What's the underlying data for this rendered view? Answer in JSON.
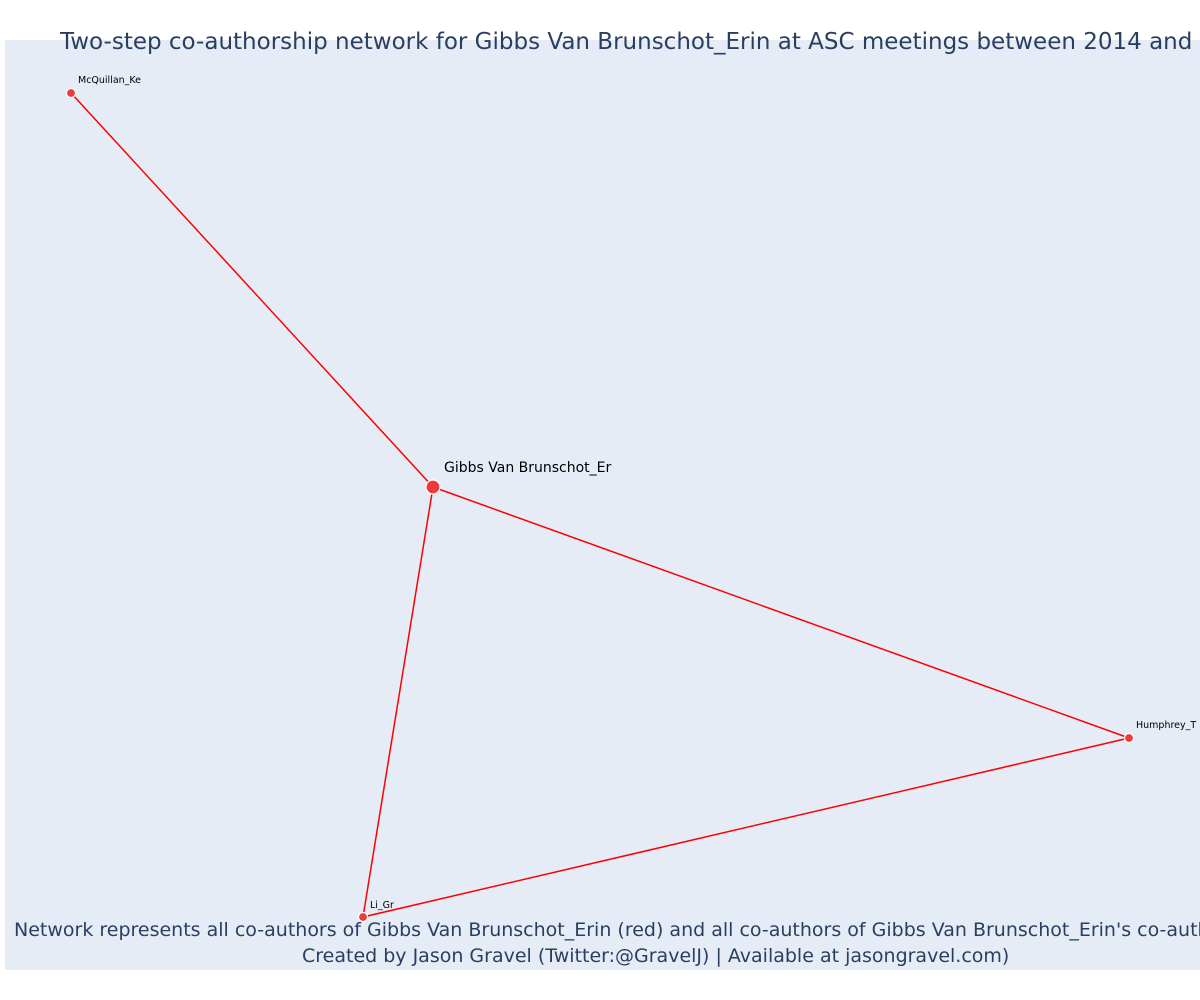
{
  "title": "Two-step co-authorship network for Gibbs Van Brunschot_Erin at ASC meetings between 2014 and",
  "caption": {
    "line1": "Network represents all co-authors of Gibbs Van Brunschot_Erin (red) and all co-authors of Gibbs Van Brunschot_Erin's co-author",
    "line2": "Created by Jason Gravel (Twitter:@GravelJ) | Available at jasongravel.com)"
  },
  "colors": {
    "edge": "#ff0000",
    "node": "#ef3a3a",
    "plot_background": "#e5ecf6",
    "text": "#2a3f5f"
  },
  "nodes": [
    {
      "id": "gibbs",
      "label": "Gibbs Van Brunschot_Er",
      "role": "focal"
    },
    {
      "id": "mcquillan",
      "label": "McQuillan_Ke",
      "role": "co-author"
    },
    {
      "id": "humphrey",
      "label": "Humphrey_T",
      "role": "co-author"
    },
    {
      "id": "li",
      "label": "Li_Gr",
      "role": "co-author"
    }
  ],
  "edges": [
    [
      "gibbs",
      "mcquillan"
    ],
    [
      "gibbs",
      "humphrey"
    ],
    [
      "gibbs",
      "li"
    ],
    [
      "li",
      "humphrey"
    ]
  ]
}
